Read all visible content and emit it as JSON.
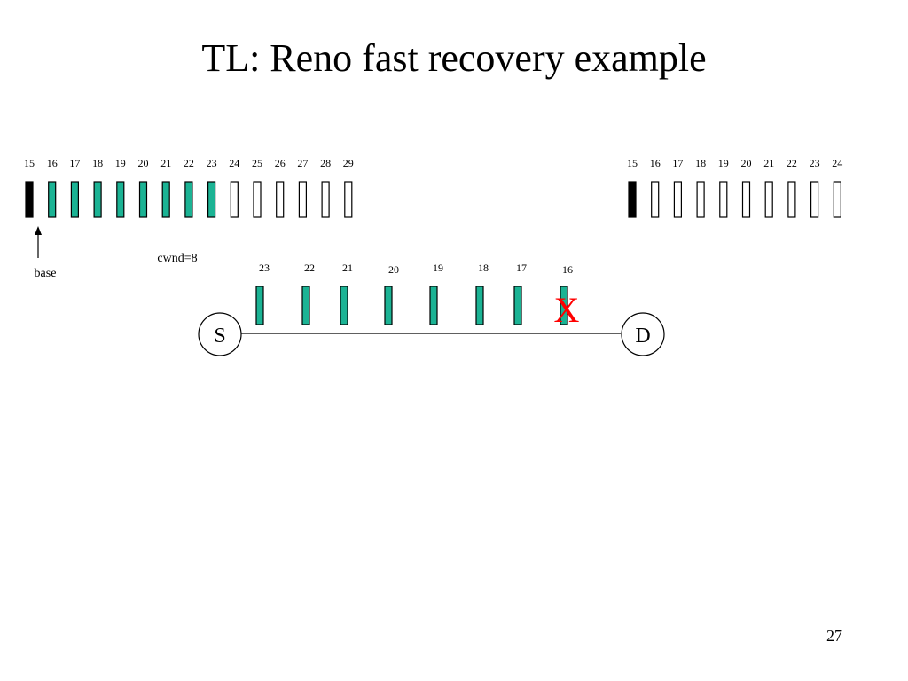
{
  "slide": {
    "title": "TL: Reno fast recovery example",
    "page_number": "27"
  },
  "colors": {
    "acked_fill": "#1bb394",
    "unacked_fill": "#ffffff",
    "base_fill": "#000000",
    "outline": "#000000",
    "loss_mark": "#ff0000",
    "text": "#000000"
  },
  "sender_window": {
    "labels": [
      "15",
      "16",
      "17",
      "18",
      "19",
      "20",
      "21",
      "22",
      "23",
      "24",
      "25",
      "26",
      "27",
      "28",
      "29"
    ],
    "states": [
      "base",
      "sent",
      "sent",
      "sent",
      "sent",
      "sent",
      "sent",
      "sent",
      "sent",
      "empty",
      "empty",
      "empty",
      "empty",
      "empty",
      "empty"
    ],
    "base_label": "base",
    "cwnd_label": "cwnd=8"
  },
  "receiver_window": {
    "labels": [
      "15",
      "16",
      "17",
      "18",
      "19",
      "20",
      "21",
      "22",
      "23",
      "24"
    ],
    "states": [
      "base",
      "empty",
      "empty",
      "empty",
      "empty",
      "empty",
      "empty",
      "empty",
      "empty",
      "empty"
    ]
  },
  "in_flight": {
    "labels": [
      "23",
      "22",
      "21",
      "20",
      "19",
      "18",
      "17",
      "16"
    ],
    "lost_label": "16",
    "loss_mark": "X"
  },
  "nodes": {
    "source": "S",
    "destination": "D"
  }
}
